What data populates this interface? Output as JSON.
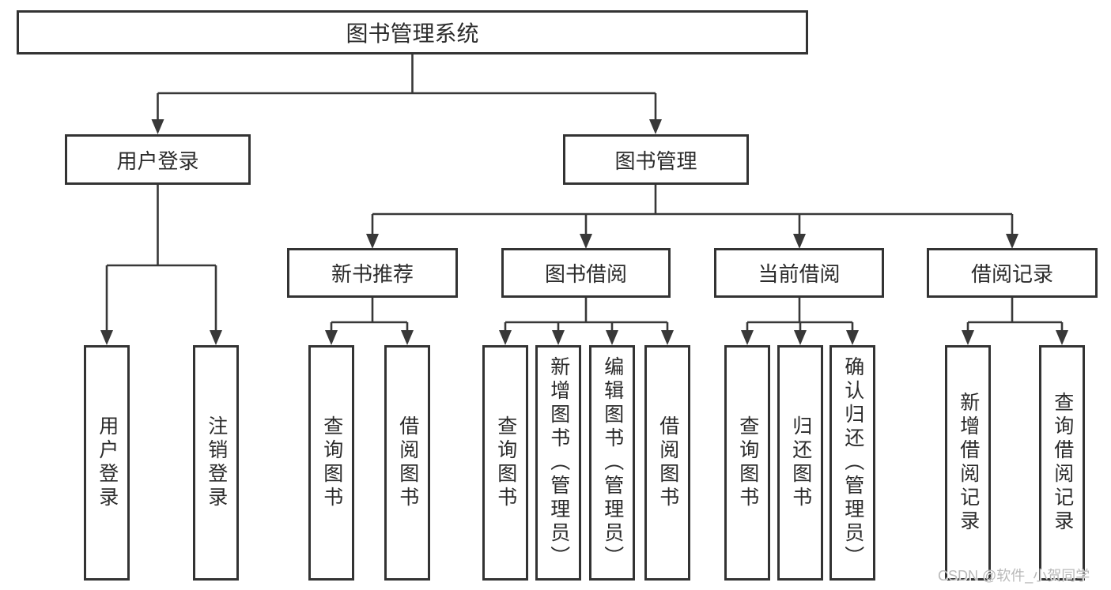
{
  "diagram_type": "tree-diagram",
  "tree": {
    "label": "图书管理系统",
    "children": [
      {
        "label": "用户登录",
        "children": [
          {
            "label": "用户登录"
          },
          {
            "label": "注销登录"
          }
        ]
      },
      {
        "label": "图书管理",
        "children": [
          {
            "label": "新书推荐",
            "children": [
              {
                "label": "查询图书"
              },
              {
                "label": "借阅图书"
              }
            ]
          },
          {
            "label": "图书借阅",
            "children": [
              {
                "label": "查询图书"
              },
              {
                "label": "新增图书（管理员）"
              },
              {
                "label": "编辑图书（管理员）"
              },
              {
                "label": "借阅图书"
              }
            ]
          },
          {
            "label": "当前借阅",
            "children": [
              {
                "label": "查询图书"
              },
              {
                "label": "归还图书"
              },
              {
                "label": "确认归还（管理员）"
              }
            ]
          },
          {
            "label": "借阅记录",
            "children": [
              {
                "label": "新增借阅记录"
              },
              {
                "label": "查询借阅记录"
              }
            ]
          }
        ]
      }
    ]
  },
  "watermark": {
    "text": "CSDN @软件_小贺同学",
    "color": "#b9b9b9"
  },
  "colors": {
    "line": "#383838",
    "box_border": "#333333",
    "box_fill": "#ffffff",
    "text": "#2b2b2b",
    "background": "#ffffff"
  }
}
